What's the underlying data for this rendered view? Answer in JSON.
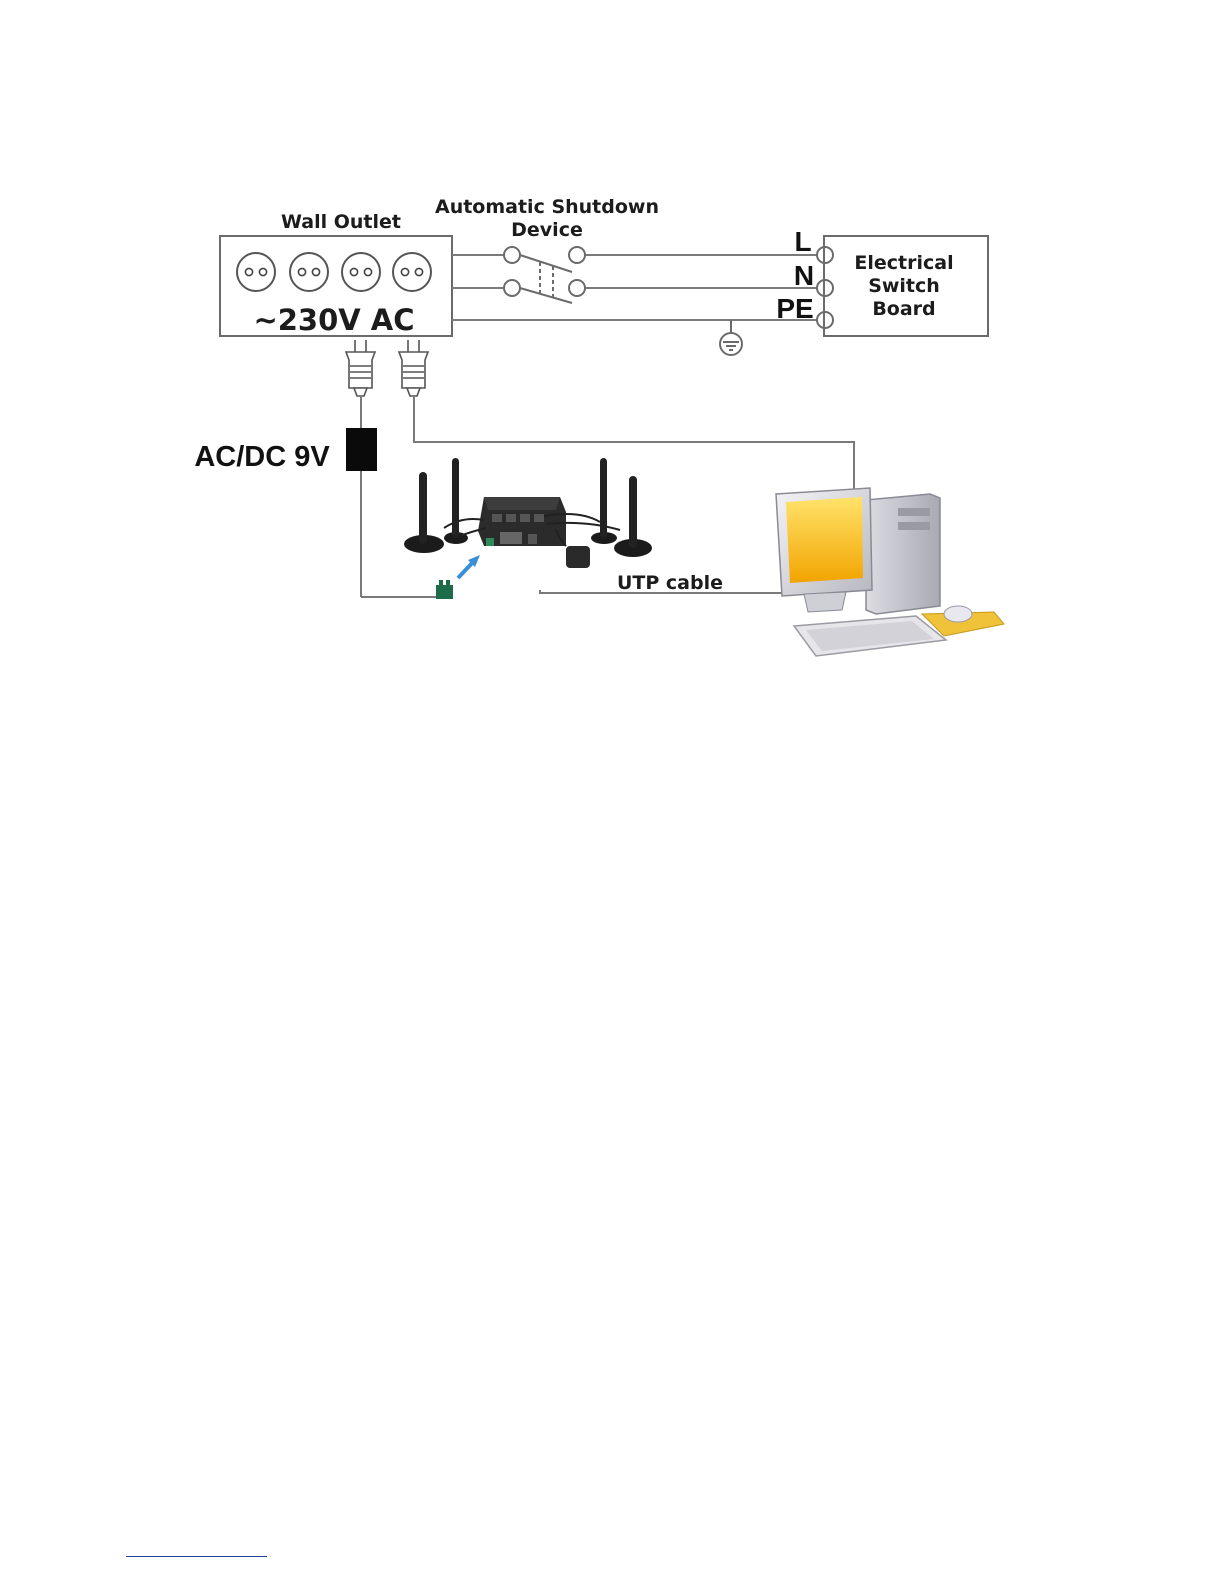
{
  "labels": {
    "wall_outlet": "Wall Outlet",
    "shutdown_line1": "Automatic Shutdown",
    "shutdown_line2": "Device",
    "voltage": "~230V AC",
    "line_L": "L",
    "line_N": "N",
    "line_PE": "PE",
    "switchboard_line1": "Electrical",
    "switchboard_line2": "Switch",
    "switchboard_line3": "Board",
    "adapter": "AC/DC 9V",
    "utp_cable": "UTP cable"
  },
  "colors": {
    "frame": "#6b6b6b",
    "wire": "#7a7a7a",
    "text": "#1c1c1c",
    "adapter": "#0a0a0a",
    "monitor_screen": "#f2b600",
    "monitor_glow": "#ffe36a",
    "connector_green": "#1e6b4a",
    "arrow_blue": "#3a8fd8",
    "mousepad": "#f0c23a",
    "footer_rule": "#1f3f9a"
  },
  "icons": {
    "socket": "socket-icon",
    "plug": "plug-icon",
    "ground": "ground-icon",
    "router": "router-icon",
    "antenna": "antenna-icon",
    "computer": "computer-icon"
  }
}
